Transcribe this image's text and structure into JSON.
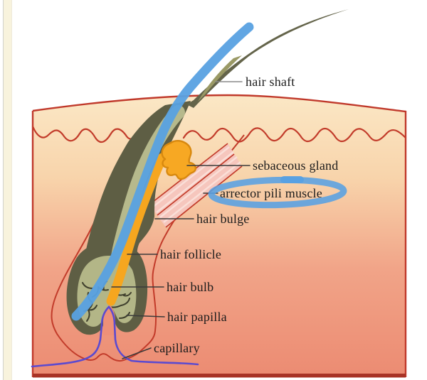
{
  "figure": {
    "labels": [
      {
        "id": "hair-shaft",
        "text": "hair shaft"
      },
      {
        "id": "sebaceous-gland",
        "text": "sebaceous gland"
      },
      {
        "id": "arrector-pili-muscle",
        "text": "arrector pili muscle"
      },
      {
        "id": "hair-bulge",
        "text": "hair bulge"
      },
      {
        "id": "hair-follicle",
        "text": "hair follicle"
      },
      {
        "id": "hair-bulb",
        "text": "hair bulb"
      },
      {
        "id": "hair-papilla",
        "text": "hair papilla"
      },
      {
        "id": "capillary",
        "text": "capillary"
      }
    ],
    "annotation": {
      "shape": "hand-drawn marker ellipse",
      "highlighted_label": "arrector pili muscle",
      "color": "#58a1e2"
    },
    "colors": {
      "skin_top": "#fbe8c6",
      "skin_bottom": "#ec8b72",
      "outline_red": "#c23b2a",
      "bottom_band": "#a83326",
      "follicle_dark_olive": "#5e5e44",
      "inner_sheath_khaki": "#b6b98c",
      "hair_strand_orange": "#f6a61f",
      "sebaceous_gland_orange": "#f7a823",
      "marker_blue": "#58a1e2",
      "capillary_purple": "#5b4ad0",
      "label_text": "#1c1c1c"
    }
  }
}
